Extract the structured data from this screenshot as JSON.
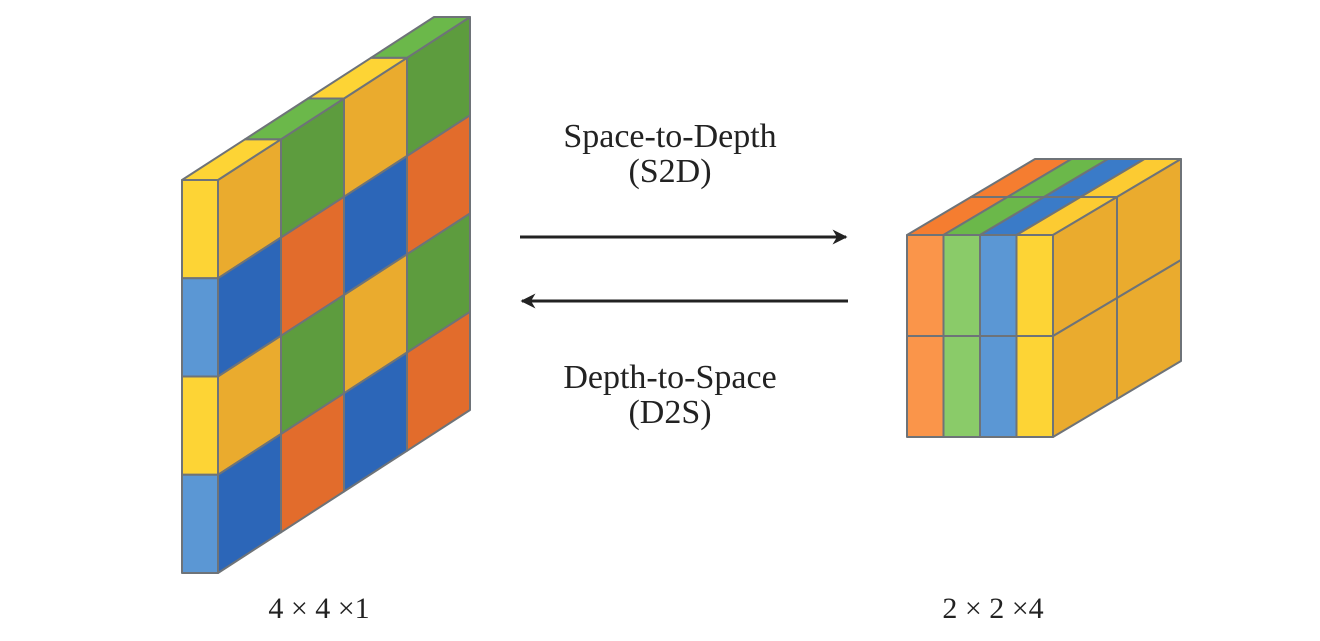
{
  "colors": {
    "yellow": "#EAAB2E",
    "green": "#5D9C3E",
    "blue": "#2C66B8",
    "orange": "#E26C2C",
    "edge_yellow": "#FDD435",
    "edge_blue": "#5B97D4",
    "light_orange": "#FA954A",
    "light_green": "#8ACB69",
    "top_green": "#6BB84A",
    "top_yellow": "#FCCB32",
    "top_orange": "#F57D30",
    "top_blue": "#3A7BC8",
    "outline": "#6E7378",
    "arrow": "#222222"
  },
  "grid_4x4": [
    [
      "yellow",
      "green",
      "yellow",
      "green"
    ],
    [
      "blue",
      "orange",
      "blue",
      "orange"
    ],
    [
      "yellow",
      "green",
      "yellow",
      "green"
    ],
    [
      "blue",
      "orange",
      "blue",
      "orange"
    ]
  ],
  "top_edge_4x4": [
    "yellow",
    "green",
    "yellow",
    "green"
  ],
  "left_edge_4x4": [
    "yellow",
    "blue",
    "yellow",
    "blue"
  ],
  "tensor_2x2x4": {
    "front_channels": [
      "light_orange",
      "light_green",
      "edge_blue",
      "edge_yellow"
    ],
    "top_channels": [
      "top_orange",
      "top_green",
      "top_blue",
      "top_yellow"
    ],
    "side_color": "yellow"
  },
  "labels": {
    "s2d_title": "Space-to-Depth",
    "s2d_abbr": "(S2D)",
    "d2s_title": "Depth-to-Space",
    "d2s_abbr": "(D2S)",
    "left_dims": "4 × 4 ×1",
    "right_dims": "2 × 2 ×4"
  }
}
